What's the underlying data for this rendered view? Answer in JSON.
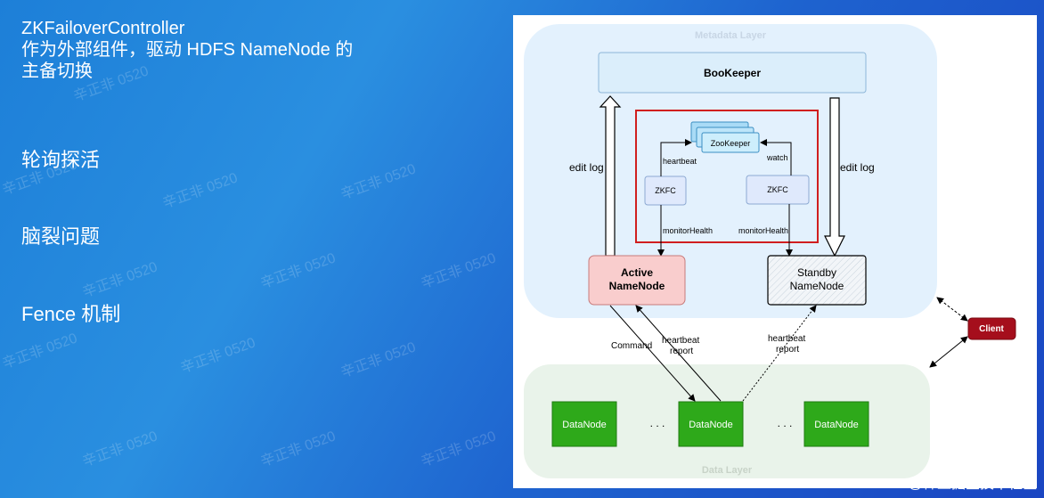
{
  "left": {
    "title_line1": "ZKFailoverController",
    "title_line2": "作为外部组件，驱动 HDFS NameNode 的",
    "title_line3": "主备切换",
    "bullets": [
      "轮询探活",
      "脑裂问题",
      "Fence 机制"
    ]
  },
  "watermark": "辛正非 0520",
  "footer": "@稀土掘金技术社区",
  "diagram": {
    "metadata_layer": "Metadata Layer",
    "data_layer": "Data Layer",
    "bookkeeper": "BooKeeper",
    "zookeeper": "ZooKeeper",
    "zkfc": "ZKFC",
    "heartbeat": "heartbeat",
    "watch": "watch",
    "monitor_health": "monitorHealth",
    "edit_log": "edit log",
    "active_line1": "Active",
    "active_line2": "NameNode",
    "standby_line1": "Standby",
    "standby_line2": "NameNode",
    "client": "Client",
    "command": "Command",
    "heartbeat_report_line1": "heartbeat",
    "heartbeat_report_line2": "report",
    "datanode": "DataNode",
    "dots": ". . ."
  },
  "colors": {
    "meta_bg": "#e3f1fd",
    "data_bg": "#e9f3ea",
    "bookkeeper": "#dbeefb",
    "active": "#f9cdcd",
    "client": "#a50e1c",
    "datanode": "#2ea91a",
    "zkfc_box": "#dfe9fc",
    "zk_box": "#bfe3fb"
  }
}
